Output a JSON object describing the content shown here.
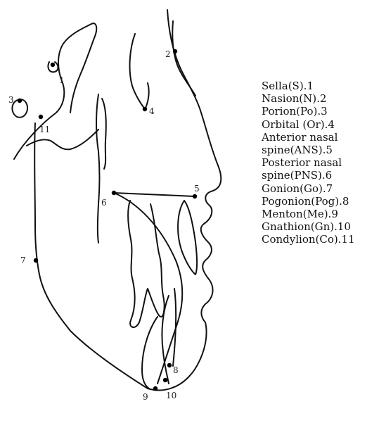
{
  "landmarks": [
    {
      "num": "1",
      "label": "Sella(S).1"
    },
    {
      "num": "2",
      "label": "Nasion(N).2"
    },
    {
      "num": "3",
      "label": "Porion(Po).3"
    },
    {
      "num": "4",
      "label": "Orbital (Or).4"
    },
    {
      "num": "5",
      "label": "Anterior nasal spine(ANS).5"
    },
    {
      "num": "6",
      "label": "Posterior nasal spine(PNS).6"
    },
    {
      "num": "7",
      "label": "Gonion(Go).7"
    },
    {
      "num": "8",
      "label": "Pogonion(Pog).8"
    },
    {
      "num": "9",
      "label": "Menton(Me).9"
    },
    {
      "num": "10",
      "label": "Gnathion(Gn).10"
    },
    {
      "num": "11",
      "label": "Condylion(Co).11"
    }
  ],
  "colors": {
    "ink": "#111111",
    "background": "#ffffff"
  }
}
